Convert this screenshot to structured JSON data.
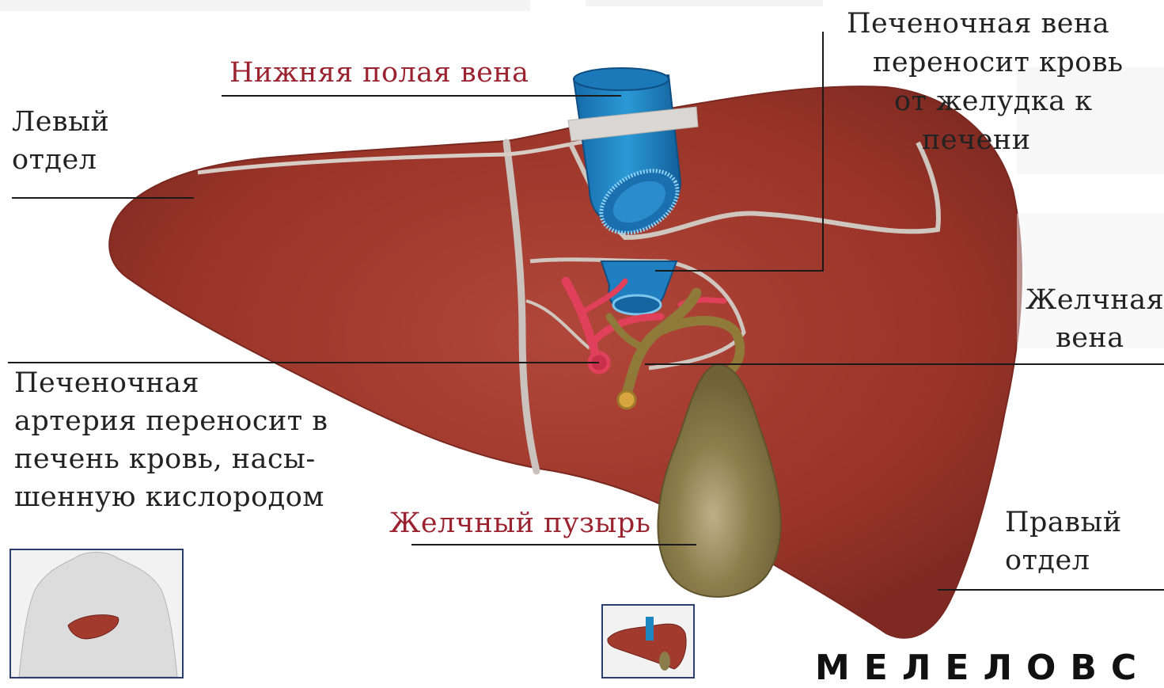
{
  "labels": {
    "hepatic_vein": [
      "Печеночная вена",
      "переносит кровь",
      "от желудка к",
      "печени"
    ],
    "inferior_vena_cava": "Нижняя полая вена",
    "left_lobe": [
      "Левый",
      "отдел"
    ],
    "bile_vein": [
      "Желчная",
      "вена"
    ],
    "hepatic_artery": [
      "Печеночная",
      "артерия переносит в",
      "печень кровь, насы-",
      "шенную кислородом"
    ],
    "gallbladder": "Желчный пузырь",
    "right_lobe": [
      "Правый",
      "отдел"
    ],
    "bottom_fragment": "МЕЛЕЛОВС"
  },
  "colors": {
    "liver": "#a33a2e",
    "vein": "#1f86c4",
    "artery": "#e0405a",
    "bile_duct": "#8f7a3a",
    "gallbladder": "#8a7d4a",
    "red_label": "#9b2330"
  }
}
